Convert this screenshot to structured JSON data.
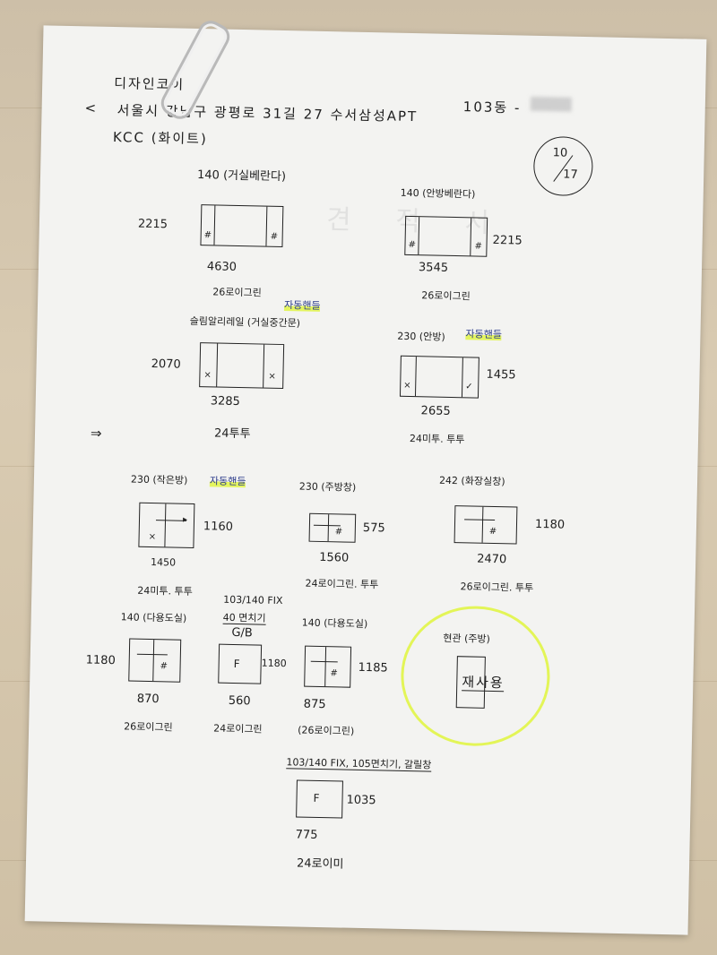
{
  "header": {
    "company": "디자인코이",
    "address": "서울시 강남구 광평로 31길 27 수서삼성APT",
    "unit": "103동 -",
    "brand": "KCC (화이트)",
    "page_badge": {
      "current": "10",
      "total": "17"
    }
  },
  "windows": [
    {
      "id": "w1",
      "title": "140 (거실베란다)",
      "height": "2215",
      "width": "4630",
      "spec": "26로이그린"
    },
    {
      "id": "w2",
      "title": "140 (안방베란다)",
      "height": "2215",
      "width": "3545",
      "spec": "26로이그린"
    },
    {
      "id": "w3",
      "title": "슬림알리레일 (거실중간문)",
      "note": "자동핸들",
      "height": "2070",
      "width": "3285",
      "spec": "24투투"
    },
    {
      "id": "w4",
      "title": "230 (안방)",
      "note": "자동핸들",
      "height": "1455",
      "width": "2655",
      "spec": "24미투. 투투"
    },
    {
      "id": "w5",
      "title": "230 (작은방)",
      "note": "자동핸들",
      "height": "1160",
      "width": "1450",
      "spec": "24미투. 투투"
    },
    {
      "id": "w6",
      "title": "230 (주방창)",
      "height": "575",
      "width": "1560",
      "spec": "24로이그린. 투투"
    },
    {
      "id": "w7",
      "title": "242 (화장실창)",
      "height": "1180",
      "width": "2470",
      "spec": "26로이그린. 투투"
    },
    {
      "id": "w8",
      "title": "140 (다용도실)",
      "height": "1180",
      "width": "870",
      "spec": "26로이그린"
    },
    {
      "id": "w9",
      "title": "103/140 FIX",
      "note2": "40 면치기",
      "mark": "G/B",
      "height": "1180",
      "width": "560",
      "spec": "24로이그린"
    },
    {
      "id": "w10",
      "title": "140 (다용도실)",
      "height": "1185",
      "width": "875",
      "spec": "(26로이그린)"
    },
    {
      "id": "w11",
      "title": "103/140 FIX, 105면치기, 갈릴창",
      "height": "1035",
      "width": "775",
      "spec": "24로이미"
    }
  ],
  "circled_note": {
    "title": "현관 (주방)",
    "text": "재사용"
  },
  "arrow_mark": "⇒",
  "colors": {
    "paper": "#f3f3f1",
    "ink": "#202020",
    "highlight": "#e1f546",
    "blue_ink": "#2a3a8a"
  }
}
